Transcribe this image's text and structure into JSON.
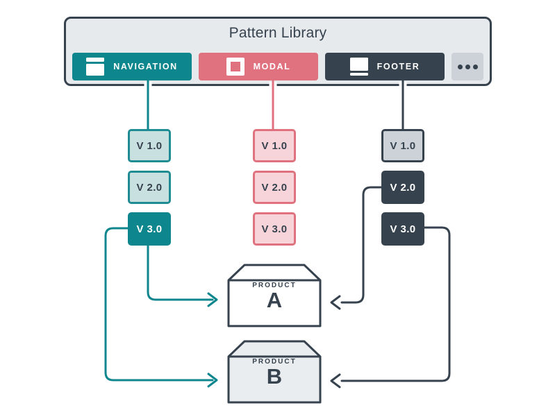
{
  "colors": {
    "teal": "#0E868E",
    "teal_light": "#C9E0E0",
    "pink": "#E0717F",
    "pink_light": "#F7D4D9",
    "navy": "#36424E",
    "gray_light": "#CCD2D8",
    "panel_bg": "#E7EAED",
    "product_b_bg": "#E9EDF0",
    "canvas_bg": "#FFFFFF"
  },
  "header": {
    "title": "Pattern Library",
    "buttons": [
      {
        "label": "NAVIGATION",
        "icon": "navigation-icon",
        "color": "#0E868E"
      },
      {
        "label": "MODAL",
        "icon": "modal-icon",
        "color": "#E0717F"
      },
      {
        "label": "FOOTER",
        "icon": "footer-icon",
        "color": "#36424E"
      },
      {
        "icon": "ellipsis-icon",
        "color": "#CCD2D8"
      }
    ]
  },
  "columns": [
    {
      "name": "navigation",
      "versions": [
        {
          "label": "V 1.0",
          "style": "teal-outline"
        },
        {
          "label": "V 2.0",
          "style": "teal-outline"
        },
        {
          "label": "V 3.0",
          "style": "teal-filled"
        }
      ]
    },
    {
      "name": "modal",
      "versions": [
        {
          "label": "V 1.0",
          "style": "pink-outline"
        },
        {
          "label": "V 2.0",
          "style": "pink-outline"
        },
        {
          "label": "V 3.0",
          "style": "pink-outline"
        }
      ]
    },
    {
      "name": "footer",
      "versions": [
        {
          "label": "V 1.0",
          "style": "gray-outline"
        },
        {
          "label": "V 2.0",
          "style": "navy-filled"
        },
        {
          "label": "V 3.0",
          "style": "navy-filled"
        }
      ]
    }
  ],
  "products": [
    {
      "kicker": "PRODUCT",
      "letter": "A"
    },
    {
      "kicker": "PRODUCT",
      "letter": "B"
    }
  ],
  "flows": [
    {
      "from": "navigation V 3.0",
      "to": "Product A",
      "color": "#0E868E"
    },
    {
      "from": "navigation V 3.0",
      "to": "Product B",
      "color": "#0E868E"
    },
    {
      "from": "footer V 2.0",
      "to": "Product A",
      "color": "#36424E"
    },
    {
      "from": "footer V 3.0",
      "to": "Product B",
      "color": "#36424E"
    }
  ]
}
